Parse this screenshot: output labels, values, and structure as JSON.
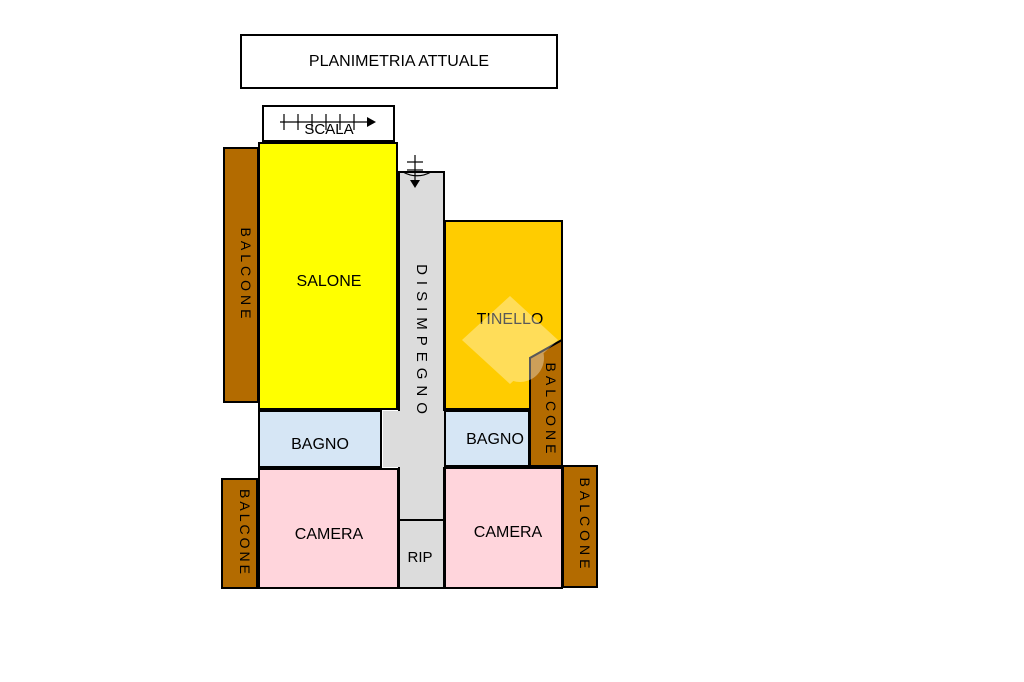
{
  "title": "PLANIMETRIA ATTUALE",
  "rooms": {
    "scala": "SCALA",
    "salone": "SALONE",
    "disimpegno": "DISIMPEGNO",
    "tinello": "TINELLO",
    "bagno_left": "BAGNO",
    "bagno_right": "BAGNO",
    "camera_left": "CAMERA",
    "camera_right": "CAMERA",
    "rip": "RIP",
    "balcone_left_top": "BALCONE",
    "balcone_left_bottom": "BALCONE",
    "balcone_right_mid": "BALCONE",
    "balcone_right_bottom": "BALCONE"
  },
  "colors": {
    "salone": "#ffff00",
    "tinello": "#ffcc00",
    "bagno": "#d6e6f5",
    "camera": "#ffd5dc",
    "corridor": "#dcdcdc",
    "balcone": "#b36b00",
    "wall": "#000000"
  },
  "icons": [
    "stair-arrow-icon",
    "entrance-arrow-icon",
    "watermark-logo-icon"
  ]
}
